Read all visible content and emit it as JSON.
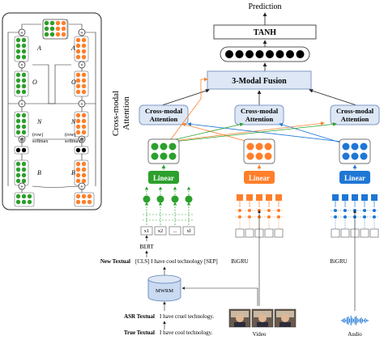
{
  "output": {
    "prediction": "Prediction",
    "tanh": "TANH",
    "fusion": "3-Modal Fusion"
  },
  "attention_blocks": [
    {
      "line1": "Cross-modal",
      "line2": "Attention",
      "color": "#2ca02c"
    },
    {
      "line1": "Cross-modal",
      "line2": "Attention",
      "color": "#ff7f2a"
    },
    {
      "line1": "Cross-modal",
      "line2": "Attention",
      "color": "#1f77d4"
    }
  ],
  "linear_label": "Linear",
  "encoders": {
    "text": "BERT",
    "video": "BiGRU",
    "audio": "BiGRU"
  },
  "tokens": [
    "x1",
    "x2",
    "...",
    "xl"
  ],
  "inputs": {
    "new_textual_label": "New Textual",
    "new_textual_text": "[CLS] I have cool technology [SEP]",
    "mwrm": "MWRM",
    "asr_label": "ASR Textual",
    "asr_text": "I have cruel technology.",
    "true_label": "True Textual",
    "true_text": "I have cool technology.",
    "video_label": "Video",
    "audio_label": "Audio"
  },
  "detail": {
    "title_line1": "Cross-modal",
    "title_line2": "Attention",
    "left_labels": {
      "A": "A",
      "O": "O",
      "N": "N",
      "B": "B",
      "sub": "t"
    },
    "right_labels": {
      "A": "A",
      "O": "O",
      "N": "N",
      "B": "B",
      "sub": "v"
    },
    "softmax_left": "(row)",
    "softmax_left2": "softmax",
    "softmax_right": "(row)",
    "softmax_right2": "softmax"
  },
  "colors": {
    "green": "#2ca02c",
    "orange": "#ff7f2a",
    "blue": "#1f77d4",
    "box_fill": "#dde7f5",
    "box_stroke": "#7f98c4"
  }
}
